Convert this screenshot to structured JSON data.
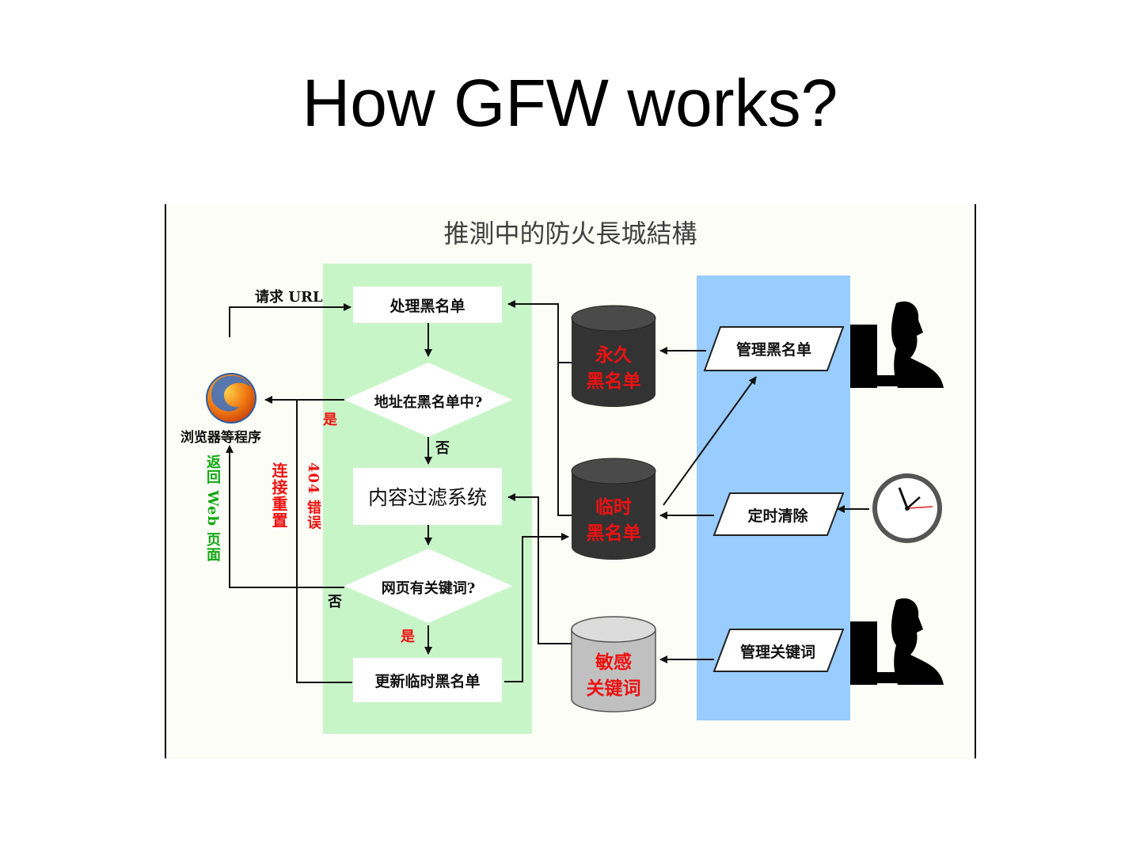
{
  "slide": {
    "title": "How GFW works?"
  },
  "diagram": {
    "title": "推測中的防火長城結構",
    "nodes": {
      "process_blacklist": "处理黑名单",
      "address_in_blacklist": "地址在黑名单中?",
      "content_filter": "内容过滤系统",
      "page_has_keyword": "网页有关键词?",
      "update_temp_blacklist": "更新临时黑名单",
      "browser": "浏览器等程序"
    },
    "databases": {
      "permanent": [
        "永久",
        "黑名单"
      ],
      "temporary": [
        "临时",
        "黑名单"
      ],
      "keywords": [
        "敏感",
        "关键词"
      ]
    },
    "admin": {
      "manage_blacklist": "管理黑名单",
      "timed_clear": "定时清除",
      "manage_keywords": "管理关键词"
    },
    "edge_labels": {
      "request_url": "请求 URL",
      "yes_1": "是",
      "no_1": "否",
      "no_2": "否",
      "yes_2": "是",
      "return_page": "返回 Web 页面",
      "conn_reset": "连接重置",
      "error_404": "404 错误"
    },
    "colors": {
      "green_zone": "#c8f5c8",
      "blue_zone": "#99ccff",
      "dark_db": "#333333",
      "light_db": "#c0c0c0",
      "red_text": "#ee1111",
      "green_text": "#11a811"
    },
    "icons": [
      "firefox-browser-icon",
      "person-at-computer-icon",
      "wall-clock-icon"
    ]
  }
}
